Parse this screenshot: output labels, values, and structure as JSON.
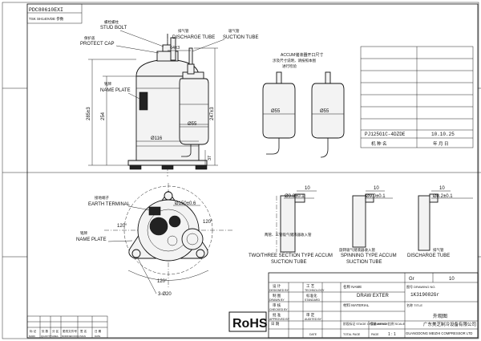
{
  "header": {
    "doc_no": "PDC80610EXI",
    "model_note": "TSK SH140VDE 参数",
    "grid_row_left": "1",
    "grid_row_right": "3"
  },
  "labels": {
    "stud_bolt_cn": "螺栓螺柱",
    "stud_bolt": "STUD BOLT",
    "protect_cap_cn": "保护盖",
    "protect_cap": "PROTECT CAP",
    "discharge_tube_cn": "排气管",
    "discharge_tube": "DISCHARGE TUBE",
    "suction_tube_cn": "吸气管",
    "suction_tube": "SUCTION TUBE",
    "name_plate_cn": "铭牌",
    "name_plate": "NAME PLATE",
    "earth_terminal_cn": "接地端子",
    "earth_terminal": "EARTH TERMINAL",
    "name_plate2_cn": "铭牌",
    "name_plate2": "NAME PLATE",
    "accum_title": "ACCUM储液器开口尺寸",
    "accum_note1": "涉及尺寸说明，请按照本图",
    "accum_note2": "进行检验",
    "two_three_cn": "两管、三管吸气储液器收入管",
    "two_three": "TWO/THREE SECTION TYPE ACCUM",
    "two_three_sub": "SUCTION TUBE",
    "spinning_cn": "旋转吸气储液器收入管",
    "spinning": "SPINNING TYPE ACCUM",
    "spinning_sub": "SUCTION TUBE",
    "discharge2_cn": "排气管",
    "discharge2": "DISCHARGE TUBE"
  },
  "dims": {
    "d64": "64±3",
    "h285": "285±3",
    "h254": "254",
    "d116": "Ø116",
    "d55a": "Ø55",
    "h247": "247±3",
    "h37": "37",
    "d55b": "Ø55",
    "d55c": "Ø55",
    "d150": "Ø150±0.6",
    "a120a": "120°",
    "a120b": "120°",
    "a120c": "120°",
    "three20": "3-Ø20",
    "ten_a": "10",
    "ten_b": "10",
    "ten_c": "10",
    "d98": "Ø9.8±0.1",
    "d90": "Ø9.0±0.1",
    "d82": "Ø8.2±0.1"
  },
  "spec_table": {
    "model": "PJ125G1C-4DZDE",
    "date": "10.10.25",
    "row_label_left": "机 种 名",
    "row_label_right": "年 月 日"
  },
  "title_block": {
    "gr_label": "Gr",
    "gr_value": "10",
    "drawing_no_label": "图号 DRAWING NO.",
    "drawing_no": "1K319082Gr",
    "title_label": "名称 TITLE",
    "title_value": "外观图",
    "title_en": "DRAW EXTER",
    "company": "广东美芝制冷设备有限公司",
    "company_en": "GUANGDONG MEIZHI COMPRESSOR LTD",
    "name_label": "名称 NAME",
    "name_value": "DRAW EXTER",
    "material_label": "材料 MATERIAL",
    "designed": "设 计",
    "designed_en": "DESIGNED BY",
    "drawn": "制 图",
    "drawn_en": "DRAWN BY",
    "checked": "审 核",
    "checked_en": "CHECKED BY",
    "approved": "批 准",
    "approved_en": "APPROVED BY",
    "tech": "工 艺",
    "tech_en": "TECHNOLOGY",
    "std": "标准化",
    "std_en": "STANDARD",
    "audited": "审 定",
    "audited_en": "AUDITED BY",
    "date_label": "日 期",
    "date_en": "DATE",
    "stage_label": "阶段标记 STAGE OF DRAWING",
    "weight_label": "重量 WEIGHT",
    "scale_label": "比例 SCALE",
    "scale_value": "1 : 1",
    "sheet_total": "共 页",
    "sheet_total_en": "TOTAL PAGE",
    "sheet_no": "第 页",
    "sheet_no_en": "PAGE"
  },
  "rev_table": {
    "headers_cn": [
      "标 记",
      "处 数",
      "分 区",
      "更改文件号",
      "签 名",
      "日 期"
    ],
    "headers_en": [
      "MARK",
      "QUANTITY",
      "AREA",
      "MODIFIED DOCU",
      "SIGN",
      "DATE"
    ]
  },
  "rohs": "RoHS"
}
